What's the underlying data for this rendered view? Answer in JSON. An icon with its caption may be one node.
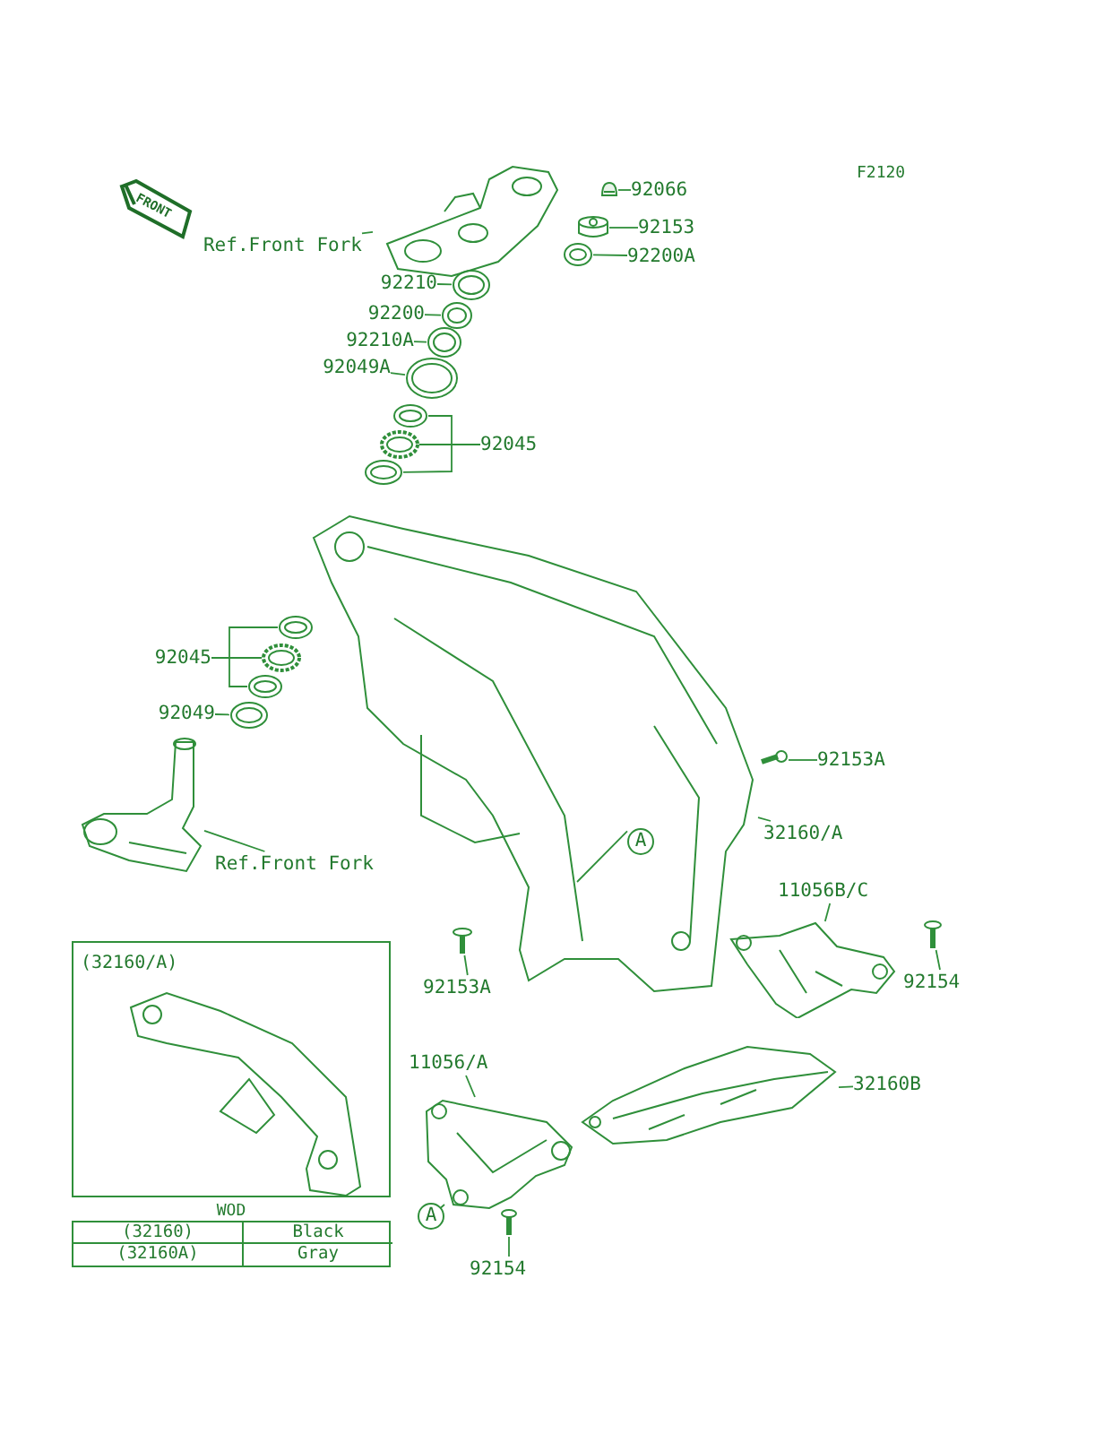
{
  "diagram": {
    "nodes": [
      {
        "text": [
          "Ref.Front Fork"
        ]
      },
      {
        "text": [],
        "shape": "picture"
      },
      {
        "text": [
          "92066"
        ]
      },
      {
        "text": [],
        "shape": "picture"
      },
      {
        "text": [
          "92153"
        ]
      },
      {
        "text": [],
        "shape": "picture"
      },
      {
        "text": [
          "92200A"
        ]
      },
      {
        "text": [],
        "shape": "picture"
      },
      {
        "text": [
          "92210"
        ]
      },
      {
        "text": [],
        "shape": "picture"
      },
      {
        "text": [
          "92200"
        ]
      },
      {
        "text": [],
        "shape": "picture"
      },
      {
        "text": [
          "92210A"
        ]
      },
      {
        "text": [],
        "shape": "picture"
      },
      {
        "text": [
          "92049A"
        ]
      },
      {
        "text": [],
        "shape": "picture"
      },
      {
        "text": [
          "92045"
        ]
      },
      {
        "text": [],
        "shape": "picture"
      },
      {
        "text": [],
        "shape": "picture"
      },
      {
        "text": [],
        "shape": "picture"
      },
      {
        "text": [],
        "shape": "picture"
      },
      {
        "text": [
          "92045"
        ]
      },
      {
        "text": [],
        "shape": "picture"
      },
      {
        "text": [],
        "shape": "picture"
      },
      {
        "text": [],
        "shape": "picture"
      },
      {
        "text": [
          "92049"
        ]
      },
      {
        "text": [],
        "shape": "picture"
      },
      {
        "text": [],
        "shape": "picture"
      },
      {
        "text": [
          "Ref.Front Fork"
        ]
      },
      {
        "text": [
          "92153A"
        ]
      },
      {
        "text": [],
        "shape": "picture"
      },
      {
        "text": [
          "32160/A"
        ]
      },
      {
        "text": [
          "A"
        ],
        "in": 20
      },
      {
        "text": [
          "11056B/C"
        ]
      },
      {
        "text": [],
        "shape": "picture"
      },
      {
        "text": [],
        "shape": "picture"
      },
      {
        "text": [
          "92154"
        ]
      },
      {
        "text": [],
        "shape": "picture"
      },
      {
        "text": [
          "92153A"
        ]
      },
      {
        "text": [
          "(32160/A)"
        ]
      },
      {
        "text": [
          "11056/A"
        ]
      },
      {
        "text": [],
        "shape": "picture"
      },
      {
        "text": [
          "A"
        ]
      },
      {
        "text": [],
        "shape": "picture"
      },
      {
        "text": [
          "32160B"
        ]
      },
      {
        "text": [],
        "shape": "picture"
      },
      {
        "text": [
          "92154"
        ]
      }
    ],
    "edges": [
      {
        "from": 0,
        "to": 1,
        "arrow": "none"
      },
      {
        "from": 2,
        "to": 3,
        "arrow": "none"
      },
      {
        "from": 4,
        "to": 5,
        "arrow": "none"
      },
      {
        "from": 6,
        "to": 7,
        "arrow": "none"
      },
      {
        "from": 8,
        "to": 9,
        "arrow": "none"
      },
      {
        "from": 10,
        "to": 11,
        "arrow": "none"
      },
      {
        "from": 12,
        "to": 13,
        "arrow": "none"
      },
      {
        "from": 14,
        "to": 15,
        "arrow": "none"
      },
      {
        "from": 16,
        "to": 17,
        "arrow": "none"
      },
      {
        "from": 16,
        "to": 18,
        "arrow": "none"
      },
      {
        "from": 16,
        "to": 19,
        "arrow": "none"
      },
      {
        "from": 21,
        "to": 22,
        "arrow": "none"
      },
      {
        "from": 21,
        "to": 23,
        "arrow": "none"
      },
      {
        "from": 21,
        "to": 24,
        "arrow": "none"
      },
      {
        "from": 25,
        "to": 26,
        "arrow": "none"
      },
      {
        "from": 28,
        "to": 27,
        "arrow": "none"
      },
      {
        "from": 29,
        "to": 30,
        "arrow": "none"
      },
      {
        "from": 31,
        "to": 20,
        "arrow": "none"
      },
      {
        "from": 32,
        "to": 20,
        "arrow": "none"
      },
      {
        "from": 33,
        "to": 34,
        "arrow": "none"
      },
      {
        "from": 36,
        "to": 35,
        "arrow": "none"
      },
      {
        "from": 38,
        "to": 37,
        "arrow": "none"
      },
      {
        "from": 40,
        "to": 41,
        "arrow": "none"
      },
      {
        "from": 42,
        "to": 41,
        "arrow": "none"
      },
      {
        "from": 44,
        "to": 43,
        "arrow": "none"
      },
      {
        "from": 46,
        "to": 45,
        "arrow": "none"
      }
    ],
    "labels": [
      "FRONT",
      "F2120",
      "WOD",
      "(32160)",
      "Black",
      "(32160A)",
      "Gray"
    ]
  }
}
